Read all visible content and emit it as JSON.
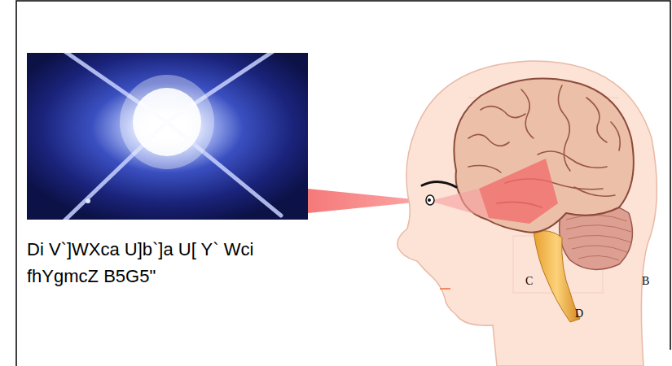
{
  "diagram": {
    "caption": "Di V`]WXca U]b`]a U[ Y` Wci fhYgmcZ B5G5\"",
    "labels": [
      "C",
      "B",
      "D"
    ]
  }
}
